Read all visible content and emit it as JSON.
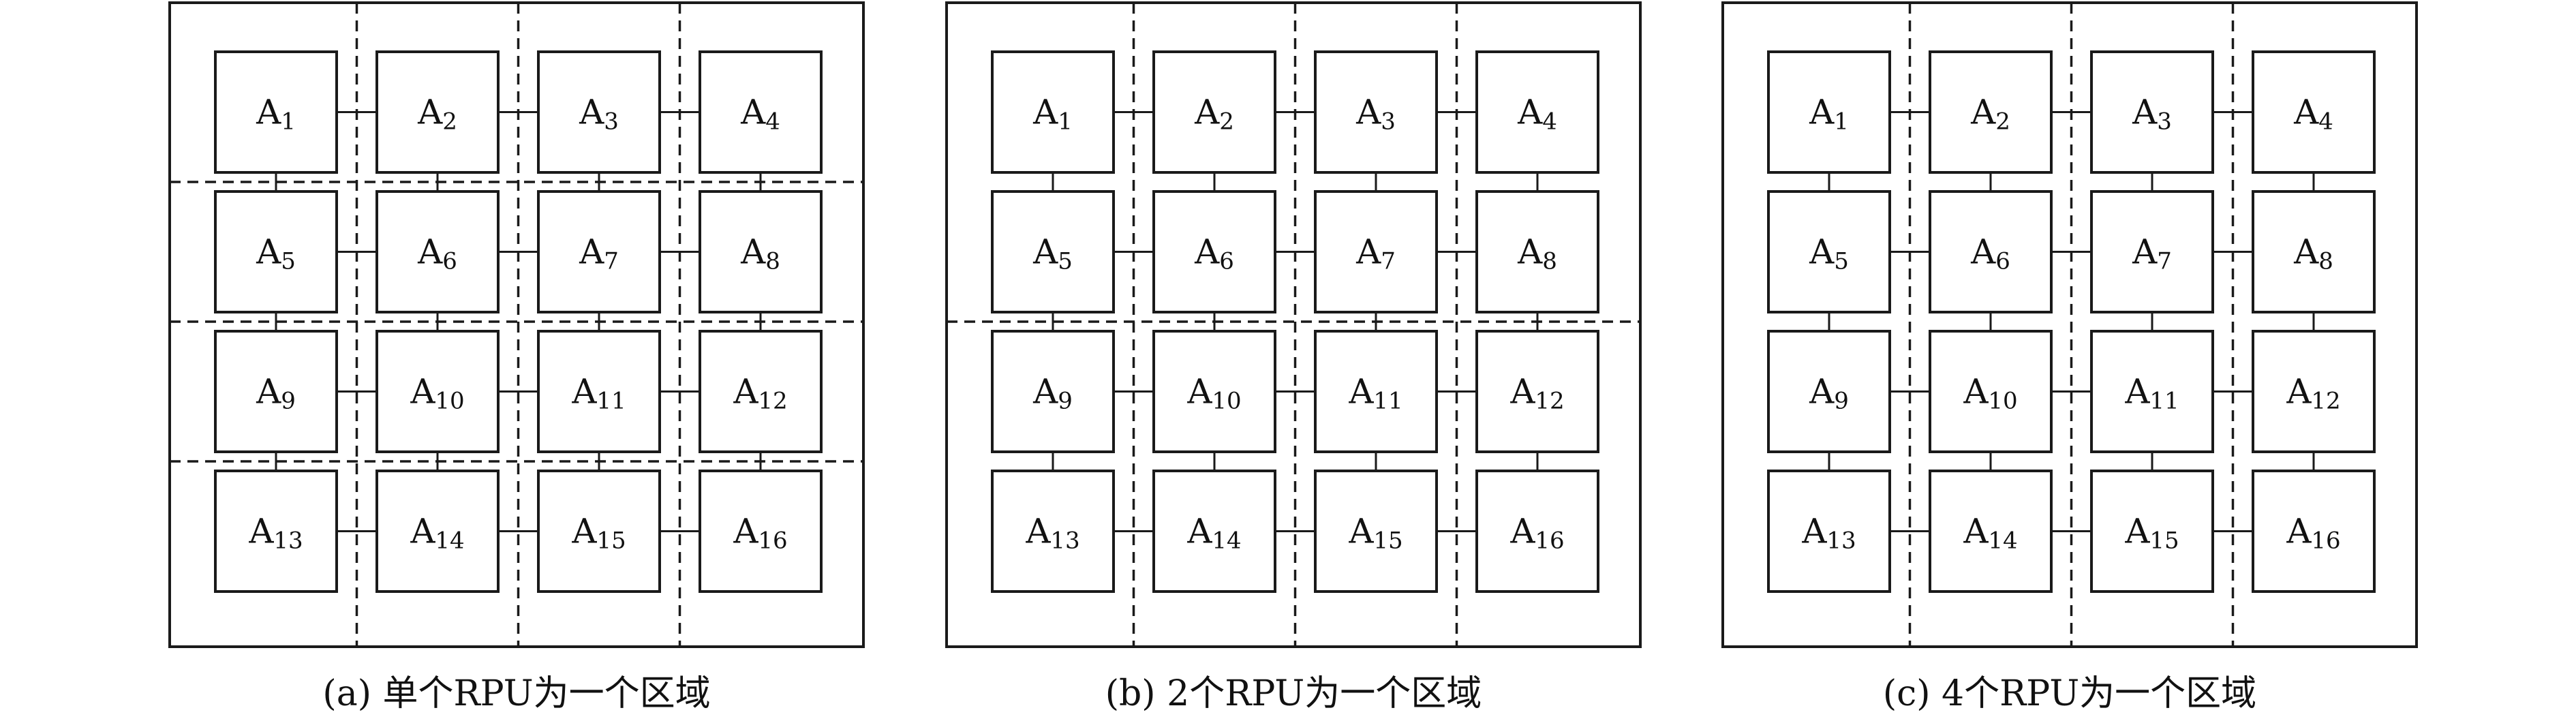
{
  "diagrams": [
    {
      "id": "a",
      "caption": "(a) 单个RPU为一个区域",
      "region_cols": 4,
      "region_rows": 4
    },
    {
      "id": "b",
      "caption": "(b) 2个RPU为一个区域",
      "region_cols": 4,
      "region_rows": 2
    },
    {
      "id": "c",
      "caption": "(c) 4个RPU为一个区域",
      "region_cols": 4,
      "region_rows": 1
    }
  ],
  "grid": {
    "rows": 4,
    "cols": 4
  },
  "node_prefix": "A",
  "node_indices": [
    "1",
    "2",
    "3",
    "4",
    "5",
    "6",
    "7",
    "8",
    "9",
    "10",
    "11",
    "12",
    "13",
    "14",
    "15",
    "16"
  ],
  "colors": {
    "stroke": "#1a1a1a",
    "background": "#ffffff"
  }
}
